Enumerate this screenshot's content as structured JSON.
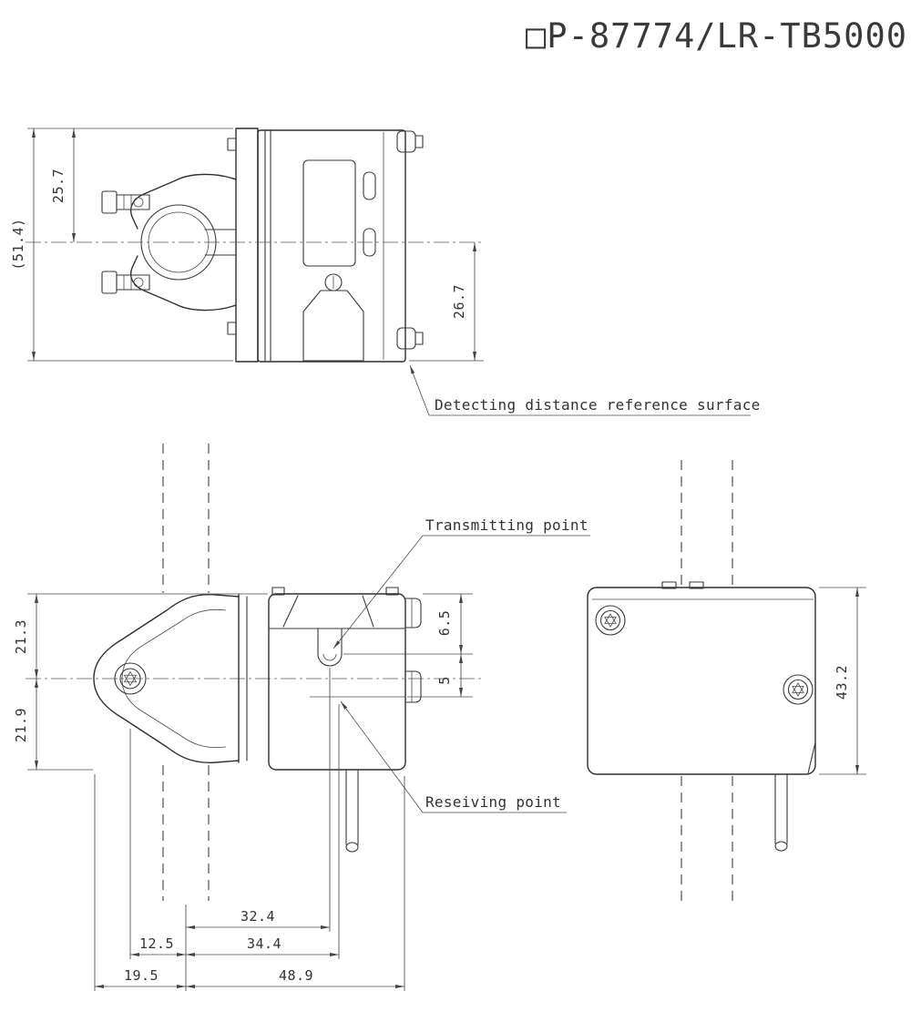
{
  "title": "□P-87774/LR-TB5000",
  "labels": {
    "detecting_surface": "Detecting distance reference surface",
    "transmitting_point": "Transmitting point",
    "receiving_point": "Reseiving point"
  },
  "dims": {
    "overall_height": "(51.4)",
    "upper_height": "25.7",
    "lower_height": "26.7",
    "front_upper": "21.3",
    "front_lower": "21.9",
    "transmit_offset": "6.5",
    "beam_gap": "5",
    "transmit_x": "32.4",
    "screw_offset": "12.5",
    "receive_x": "34.4",
    "edge_offset": "19.5",
    "overall_width": "48.9",
    "side_height": "43.2"
  },
  "colors": {
    "line": "#2f2f2f",
    "dim_line": "#4a4a4a",
    "background": "#ffffff"
  }
}
